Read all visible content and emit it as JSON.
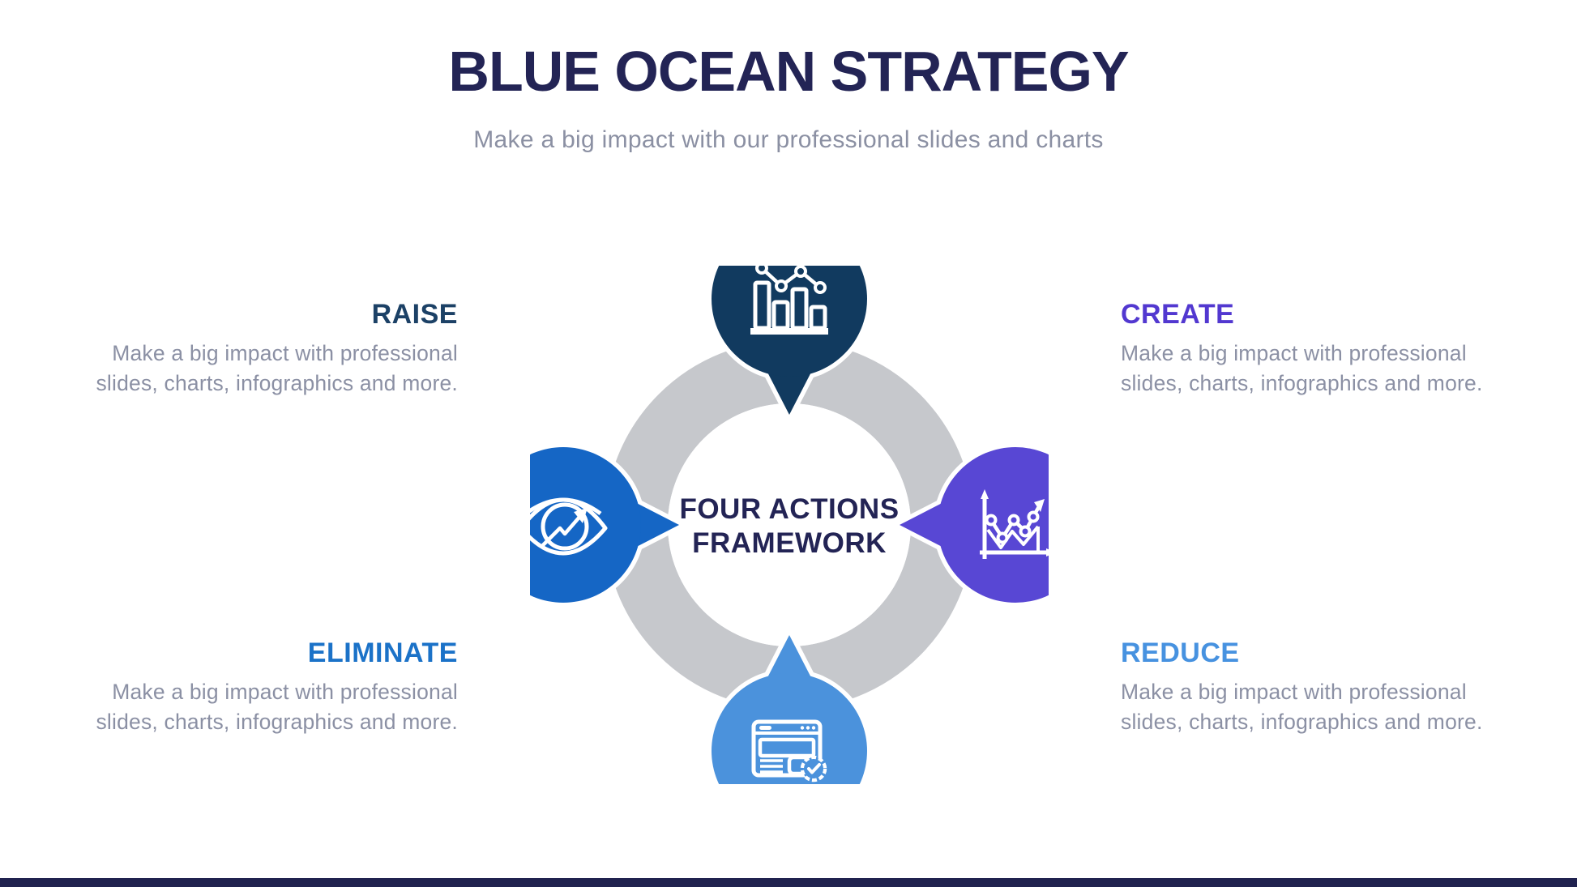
{
  "header": {
    "title": "BLUE OCEAN STRATEGY",
    "subtitle": "Make a big impact with our professional slides and charts"
  },
  "diagram": {
    "center": {
      "line1": "FOUR ACTIONS",
      "line2": "FRAMEWORK",
      "text_color": "#232455",
      "ring_color": "#c6c8cc",
      "center_fill": "#ffffff"
    },
    "bubbles": [
      {
        "name": "raise",
        "position": "top",
        "icon": "bar-chart-icon",
        "color": "#113a5f"
      },
      {
        "name": "create",
        "position": "right",
        "icon": "line-chart-icon",
        "color": "#5847d4"
      },
      {
        "name": "reduce",
        "position": "bottom",
        "icon": "browser-icon",
        "color": "#4b92dc"
      },
      {
        "name": "eliminate",
        "position": "left",
        "icon": "eye-icon",
        "color": "#1566c5"
      }
    ]
  },
  "items": [
    {
      "label": "RAISE",
      "color": "#1c4166",
      "description": "Make a big impact with professional slides, charts, infographics and more."
    },
    {
      "label": "CREATE",
      "color": "#5238d0",
      "description": "Make a big impact with professional slides, charts, infographics and more."
    },
    {
      "label": "ELIMINATE",
      "color": "#1b72c8",
      "description": "Make a big impact with professional slides, charts, infographics and more."
    },
    {
      "label": "REDUCE",
      "color": "#4792e0",
      "description": "Make a big impact with professional slides, charts, infographics and more."
    }
  ],
  "footer": {
    "bar_color": "#20224f"
  }
}
